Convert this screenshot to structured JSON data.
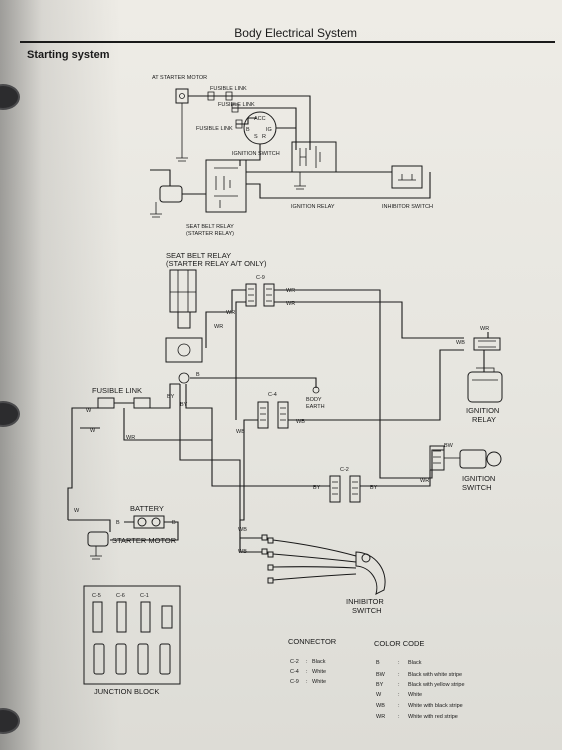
{
  "header": {
    "title": "Body Electrical System"
  },
  "section": {
    "title": "Starting system"
  },
  "top_diagram": {
    "at_starter_motor": "AT STARTER MOTOR",
    "fusible_link_1": "FUSIBLE LINK",
    "fusible_link_2": "FUSIBLE LINK",
    "fusible_link_3": "FUSIBLE LINK",
    "acc": "ACC",
    "b": "B",
    "s": "S",
    "ig": "IG",
    "r": "R",
    "ignition_switch": "IGNITION SWITCH",
    "ignition_relay": "IGNITION RELAY",
    "inhibitor_switch": "INHIBITOR SWITCH",
    "seat_belt_relay": "SEAT BELT RELAY",
    "starter_relay": "(STARTER RELAY)"
  },
  "main_diagram": {
    "seat_belt_relay": "SEAT BELT RELAY",
    "starter_relay_note": "(STARTER RELAY A/T ONLY)",
    "c9": "C-9",
    "c4": "C-4",
    "c2": "C-2",
    "fusible_link": "FUSIBLE LINK",
    "body_earth_1": "BODY",
    "body_earth_2": "EARTH",
    "battery": "BATTERY",
    "starter_motor": "STARTER MOTOR",
    "ignition_relay_1": "IGNITION",
    "ignition_relay_2": "RELAY",
    "ignition_switch_1": "IGNITION",
    "ignition_switch_2": "SWITCH",
    "inhibitor_switch_1": "INHIBITOR",
    "inhibitor_switch_2": "SWITCH",
    "junction_block": "JUNCTION BLOCK",
    "jb_c5": "C-5",
    "jb_c6": "C-6",
    "jb_c1": "C-1",
    "wire_wr": "WR",
    "wire_wb": "WB",
    "wire_b": "B",
    "wire_by": "BY",
    "wire_w": "W",
    "wire_bw": "BW"
  },
  "connector_table": {
    "heading": "CONNECTOR",
    "rows": [
      {
        "code": "C-2",
        "sep": ":",
        "color": "Black"
      },
      {
        "code": "C-4",
        "sep": ":",
        "color": "White"
      },
      {
        "code": "C-9",
        "sep": ":",
        "color": "White"
      }
    ]
  },
  "color_code_table": {
    "heading": "COLOR CODE",
    "rows": [
      {
        "code": "B",
        "sep": ":",
        "desc": "Black"
      },
      {
        "code": "BW",
        "sep": ":",
        "desc": "Black with white stripe"
      },
      {
        "code": "BY",
        "sep": ":",
        "desc": "Black with yellow stripe"
      },
      {
        "code": "W",
        "sep": ":",
        "desc": "White"
      },
      {
        "code": "WB",
        "sep": ":",
        "desc": "White with black stripe"
      },
      {
        "code": "WR",
        "sep": ":",
        "desc": "White with red stripe"
      }
    ]
  }
}
